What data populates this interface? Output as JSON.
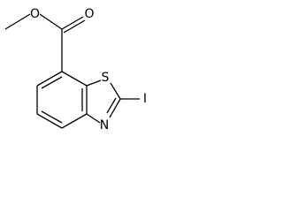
{
  "molecule": {
    "atom_labels": {
      "ester_oxygen": "O",
      "carbonyl_oxygen": "O",
      "sulfur": "S",
      "nitrogen": "N",
      "iodine": "I"
    }
  }
}
